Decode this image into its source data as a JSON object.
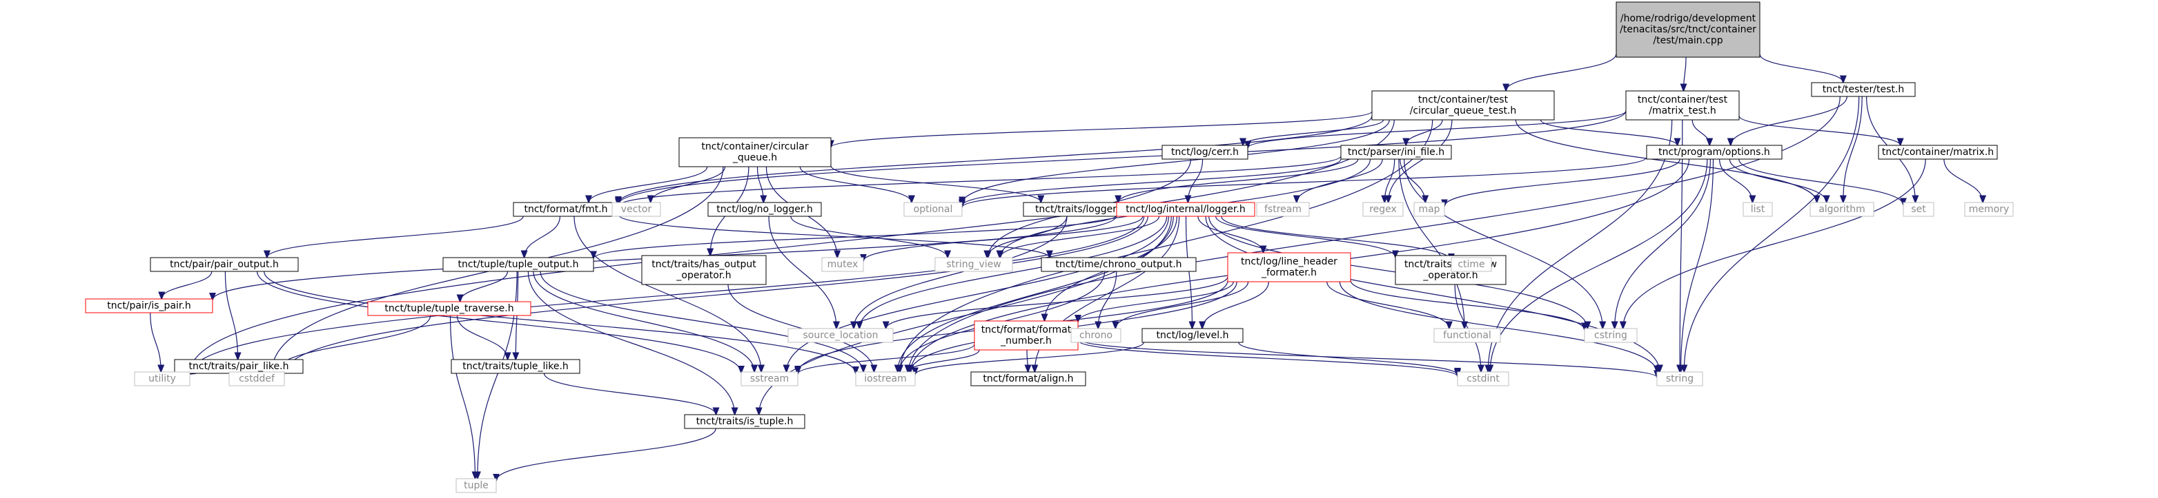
{
  "diagram": {
    "title": "",
    "colors": {
      "edge": "#191970",
      "root_fill": "#bfbfbf",
      "node_border_local": "#000000",
      "node_border_linked": "#ff0000",
      "node_border_system": "#bfbfbf",
      "system_text": "#8c8c8c"
    },
    "nodes": [
      {
        "id": "root",
        "lines": [
          "/home/rodrigo/development",
          "/tenacitas/src/tnct/container",
          "/test/main.cpp"
        ],
        "kind": "root"
      },
      {
        "id": "cq_test",
        "lines": [
          "tnct/container/test",
          "/circular_queue_test.h"
        ],
        "kind": "local"
      },
      {
        "id": "mx_test",
        "lines": [
          "tnct/container/test",
          "/matrix_test.h"
        ],
        "kind": "local"
      },
      {
        "id": "tester",
        "lines": [
          "tnct/tester/test.h"
        ],
        "kind": "local"
      },
      {
        "id": "circq",
        "lines": [
          "tnct/container/circular",
          "_queue.h"
        ],
        "kind": "local"
      },
      {
        "id": "cerr",
        "lines": [
          "tnct/log/cerr.h"
        ],
        "kind": "local"
      },
      {
        "id": "inifile",
        "lines": [
          "tnct/parser/ini_file.h"
        ],
        "kind": "local"
      },
      {
        "id": "progopt",
        "lines": [
          "tnct/program/options.h"
        ],
        "kind": "local"
      },
      {
        "id": "matrix",
        "lines": [
          "tnct/container/matrix.h"
        ],
        "kind": "local"
      },
      {
        "id": "fmt",
        "lines": [
          "tnct/format/fmt.h"
        ],
        "kind": "local"
      },
      {
        "id": "nologger",
        "lines": [
          "tnct/log/no_logger.h"
        ],
        "kind": "local"
      },
      {
        "id": "traitslogger",
        "lines": [
          "tnct/traits/logger.h"
        ],
        "kind": "local"
      },
      {
        "id": "intlogger",
        "lines": [
          "tnct/log/internal/logger.h"
        ],
        "kind": "linked"
      },
      {
        "id": "pairout",
        "lines": [
          "tnct/pair/pair_output.h"
        ],
        "kind": "local"
      },
      {
        "id": "tupleout",
        "lines": [
          "tnct/tuple/tuple_output.h"
        ],
        "kind": "local"
      },
      {
        "id": "hasout",
        "lines": [
          "tnct/traits/has_output",
          "_operator.h"
        ],
        "kind": "local"
      },
      {
        "id": "chrono_out",
        "lines": [
          "tnct/time/chrono_output.h"
        ],
        "kind": "local"
      },
      {
        "id": "linehdr",
        "lines": [
          "tnct/log/line_header",
          "_formater.h"
        ],
        "kind": "linked"
      },
      {
        "id": "hasnew",
        "lines": [
          "tnct/traits/has_new",
          "_operator.h"
        ],
        "kind": "local"
      },
      {
        "id": "ispair",
        "lines": [
          "tnct/pair/is_pair.h"
        ],
        "kind": "linked"
      },
      {
        "id": "pairlike",
        "lines": [
          "tnct/traits/pair_like.h"
        ],
        "kind": "local"
      },
      {
        "id": "tupletrav",
        "lines": [
          "tnct/tuple/tuple_traverse.h"
        ],
        "kind": "linked"
      },
      {
        "id": "tuplelike",
        "lines": [
          "tnct/traits/tuple_like.h"
        ],
        "kind": "local"
      },
      {
        "id": "fmtnum",
        "lines": [
          "tnct/format/format",
          "_number.h"
        ],
        "kind": "linked"
      },
      {
        "id": "loglevel",
        "lines": [
          "tnct/log/level.h"
        ],
        "kind": "local"
      },
      {
        "id": "align",
        "lines": [
          "tnct/format/align.h"
        ],
        "kind": "local"
      },
      {
        "id": "istuple",
        "lines": [
          "tnct/traits/is_tuple.h"
        ],
        "kind": "local"
      },
      {
        "id": "utility",
        "lines": [
          "utility"
        ],
        "kind": "system"
      },
      {
        "id": "vector",
        "lines": [
          "vector"
        ],
        "kind": "system"
      },
      {
        "id": "optional",
        "lines": [
          "optional"
        ],
        "kind": "system"
      },
      {
        "id": "fstream",
        "lines": [
          "fstream"
        ],
        "kind": "system"
      },
      {
        "id": "regex",
        "lines": [
          "regex"
        ],
        "kind": "system"
      },
      {
        "id": "map",
        "lines": [
          "map"
        ],
        "kind": "system"
      },
      {
        "id": "list",
        "lines": [
          "list"
        ],
        "kind": "system"
      },
      {
        "id": "algorithm",
        "lines": [
          "algorithm"
        ],
        "kind": "system"
      },
      {
        "id": "set",
        "lines": [
          "set"
        ],
        "kind": "system"
      },
      {
        "id": "memory",
        "lines": [
          "memory"
        ],
        "kind": "system"
      },
      {
        "id": "mutex",
        "lines": [
          "mutex"
        ],
        "kind": "system"
      },
      {
        "id": "string_view",
        "lines": [
          "string_view"
        ],
        "kind": "system"
      },
      {
        "id": "ctime",
        "lines": [
          "ctime"
        ],
        "kind": "system"
      },
      {
        "id": "source_location",
        "lines": [
          "source_location"
        ],
        "kind": "system"
      },
      {
        "id": "chrono",
        "lines": [
          "chrono"
        ],
        "kind": "system"
      },
      {
        "id": "functional",
        "lines": [
          "functional"
        ],
        "kind": "system"
      },
      {
        "id": "cstring",
        "lines": [
          "cstring"
        ],
        "kind": "system"
      },
      {
        "id": "cstddef",
        "lines": [
          "cstddef"
        ],
        "kind": "system"
      },
      {
        "id": "sstream",
        "lines": [
          "sstream"
        ],
        "kind": "system"
      },
      {
        "id": "iostream",
        "lines": [
          "iostream"
        ],
        "kind": "system"
      },
      {
        "id": "cstdint",
        "lines": [
          "cstdint"
        ],
        "kind": "system"
      },
      {
        "id": "string",
        "lines": [
          "string"
        ],
        "kind": "system"
      },
      {
        "id": "tuple",
        "lines": [
          "tuple"
        ],
        "kind": "system"
      }
    ],
    "edges": [
      [
        "root",
        "cq_test"
      ],
      [
        "root",
        "mx_test"
      ],
      [
        "root",
        "tester"
      ],
      [
        "cq_test",
        "circq"
      ],
      [
        "cq_test",
        "cerr"
      ],
      [
        "cq_test",
        "inifile"
      ],
      [
        "cq_test",
        "progopt"
      ],
      [
        "cq_test",
        "fmt"
      ],
      [
        "cq_test",
        "utility"
      ],
      [
        "cq_test",
        "optional"
      ],
      [
        "cq_test",
        "regex"
      ],
      [
        "cq_test",
        "algorithm"
      ],
      [
        "cq_test",
        "iostream"
      ],
      [
        "mx_test",
        "progopt"
      ],
      [
        "mx_test",
        "cerr"
      ],
      [
        "mx_test",
        "fmt"
      ],
      [
        "mx_test",
        "matrix"
      ],
      [
        "mx_test",
        "cstdint"
      ],
      [
        "mx_test",
        "string"
      ],
      [
        "tester",
        "progopt"
      ],
      [
        "tester",
        "algorithm"
      ],
      [
        "tester",
        "set"
      ],
      [
        "tester",
        "iostream"
      ],
      [
        "tester",
        "string"
      ],
      [
        "circq",
        "fmt"
      ],
      [
        "circq",
        "vector"
      ],
      [
        "circq",
        "optional"
      ],
      [
        "circq",
        "nologger"
      ],
      [
        "circq",
        "traitslogger"
      ],
      [
        "circq",
        "mutex"
      ],
      [
        "circq",
        "hasout"
      ],
      [
        "circq",
        "cstddef"
      ],
      [
        "cerr",
        "intlogger"
      ],
      [
        "cerr",
        "string_view"
      ],
      [
        "inifile",
        "fstream"
      ],
      [
        "inifile",
        "regex"
      ],
      [
        "inifile",
        "map"
      ],
      [
        "inifile",
        "optional"
      ],
      [
        "inifile",
        "traitslogger"
      ],
      [
        "inifile",
        "string_view"
      ],
      [
        "inifile",
        "functional"
      ],
      [
        "inifile",
        "cstring"
      ],
      [
        "inifile",
        "fmt"
      ],
      [
        "progopt",
        "list"
      ],
      [
        "progopt",
        "map"
      ],
      [
        "progopt",
        "algorithm"
      ],
      [
        "progopt",
        "set"
      ],
      [
        "progopt",
        "optional"
      ],
      [
        "progopt",
        "string"
      ],
      [
        "progopt",
        "cstring"
      ],
      [
        "progopt",
        "iostream"
      ],
      [
        "progopt",
        "cstdint"
      ],
      [
        "matrix",
        "memory"
      ],
      [
        "matrix",
        "cstring"
      ],
      [
        "fmt",
        "pairout"
      ],
      [
        "fmt",
        "tupleout"
      ],
      [
        "fmt",
        "chrono_out"
      ],
      [
        "fmt",
        "sstream"
      ],
      [
        "nologger",
        "string_view"
      ],
      [
        "nologger",
        "source_location"
      ],
      [
        "traitslogger",
        "string_view"
      ],
      [
        "traitslogger",
        "source_location"
      ],
      [
        "intlogger",
        "string_view"
      ],
      [
        "intlogger",
        "mutex"
      ],
      [
        "intlogger",
        "ctime"
      ],
      [
        "intlogger",
        "linehdr"
      ],
      [
        "intlogger",
        "hasnew"
      ],
      [
        "intlogger",
        "loglevel"
      ],
      [
        "intlogger",
        "fmtnum"
      ],
      [
        "intlogger",
        "align"
      ],
      [
        "intlogger",
        "istuple"
      ],
      [
        "intlogger",
        "ispair"
      ],
      [
        "intlogger",
        "tupleout"
      ],
      [
        "intlogger",
        "iostream"
      ],
      [
        "intlogger",
        "sstream"
      ],
      [
        "intlogger",
        "source_location"
      ],
      [
        "intlogger",
        "utility"
      ],
      [
        "intlogger",
        "cstddef"
      ],
      [
        "intlogger",
        "string"
      ],
      [
        "intlogger",
        "cstring"
      ],
      [
        "pairout",
        "ispair"
      ],
      [
        "pairout",
        "pairlike"
      ],
      [
        "pairout",
        "sstream"
      ],
      [
        "pairout",
        "iostream"
      ],
      [
        "tupleout",
        "tupletrav"
      ],
      [
        "tupleout",
        "tuplelike"
      ],
      [
        "tupleout",
        "istuple"
      ],
      [
        "tupleout",
        "sstream"
      ],
      [
        "tupleout",
        "iostream"
      ],
      [
        "tupleout",
        "tuple"
      ],
      [
        "hasout",
        "iostream"
      ],
      [
        "chrono_out",
        "chrono"
      ],
      [
        "chrono_out",
        "iostream"
      ],
      [
        "linehdr",
        "source_location"
      ],
      [
        "linehdr",
        "chrono"
      ],
      [
        "linehdr",
        "fmtnum"
      ],
      [
        "linehdr",
        "loglevel"
      ],
      [
        "linehdr",
        "functional"
      ],
      [
        "linehdr",
        "cstring"
      ],
      [
        "linehdr",
        "sstream"
      ],
      [
        "linehdr",
        "iostream"
      ],
      [
        "linehdr",
        "string"
      ],
      [
        "hasnew",
        "cstdint"
      ],
      [
        "ispair",
        "utility"
      ],
      [
        "pairlike",
        "utility"
      ],
      [
        "tupletrav",
        "tuplelike"
      ],
      [
        "tupletrav",
        "cstddef"
      ],
      [
        "tupletrav",
        "tuple"
      ],
      [
        "tuplelike",
        "istuple"
      ],
      [
        "fmtnum",
        "sstream"
      ],
      [
        "fmtnum",
        "iostream"
      ],
      [
        "fmtnum",
        "cstdint"
      ],
      [
        "fmtnum",
        "string"
      ],
      [
        "fmtnum",
        "align"
      ],
      [
        "loglevel",
        "cstdint"
      ],
      [
        "loglevel",
        "iostream"
      ],
      [
        "istuple",
        "tuple"
      ]
    ]
  }
}
